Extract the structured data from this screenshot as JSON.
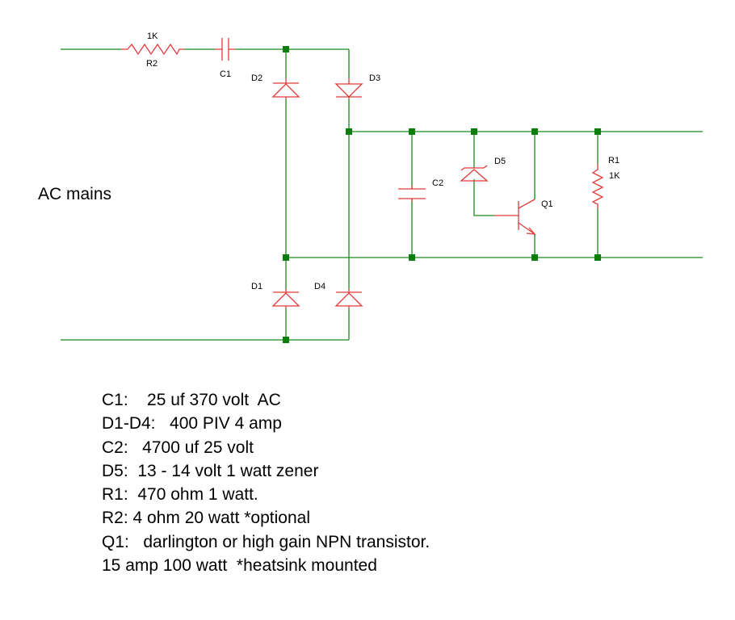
{
  "input_label": "AC mains",
  "components": {
    "r2_value": "1K",
    "r2_ref": "R2",
    "c1_ref": "C1",
    "d2_ref": "D2",
    "d3_ref": "D3",
    "d1_ref": "D1",
    "d4_ref": "D4",
    "c2_ref": "C2",
    "d5_ref": "D5",
    "q1_ref": "Q1",
    "r1_ref": "R1",
    "r1_value": "1K"
  },
  "notes": [
    "C1:    25 uf 370 volt  AC",
    "D1-D4:   400 PIV 4 amp",
    "C2:   4700 uf 25 volt",
    "D5:  13 - 14 volt 1 watt zener",
    "R1:  470 ohm 1 watt.",
    "R2: 4 ohm 20 watt *optional",
    "Q1:   darlington or high gain NPN transistor.",
    "15 amp 100 watt  *heatsink mounted"
  ],
  "colors": {
    "wire": "#1a8a1a",
    "component": "#e03a3a",
    "node": "#0a7d0a",
    "text": "#000000"
  }
}
